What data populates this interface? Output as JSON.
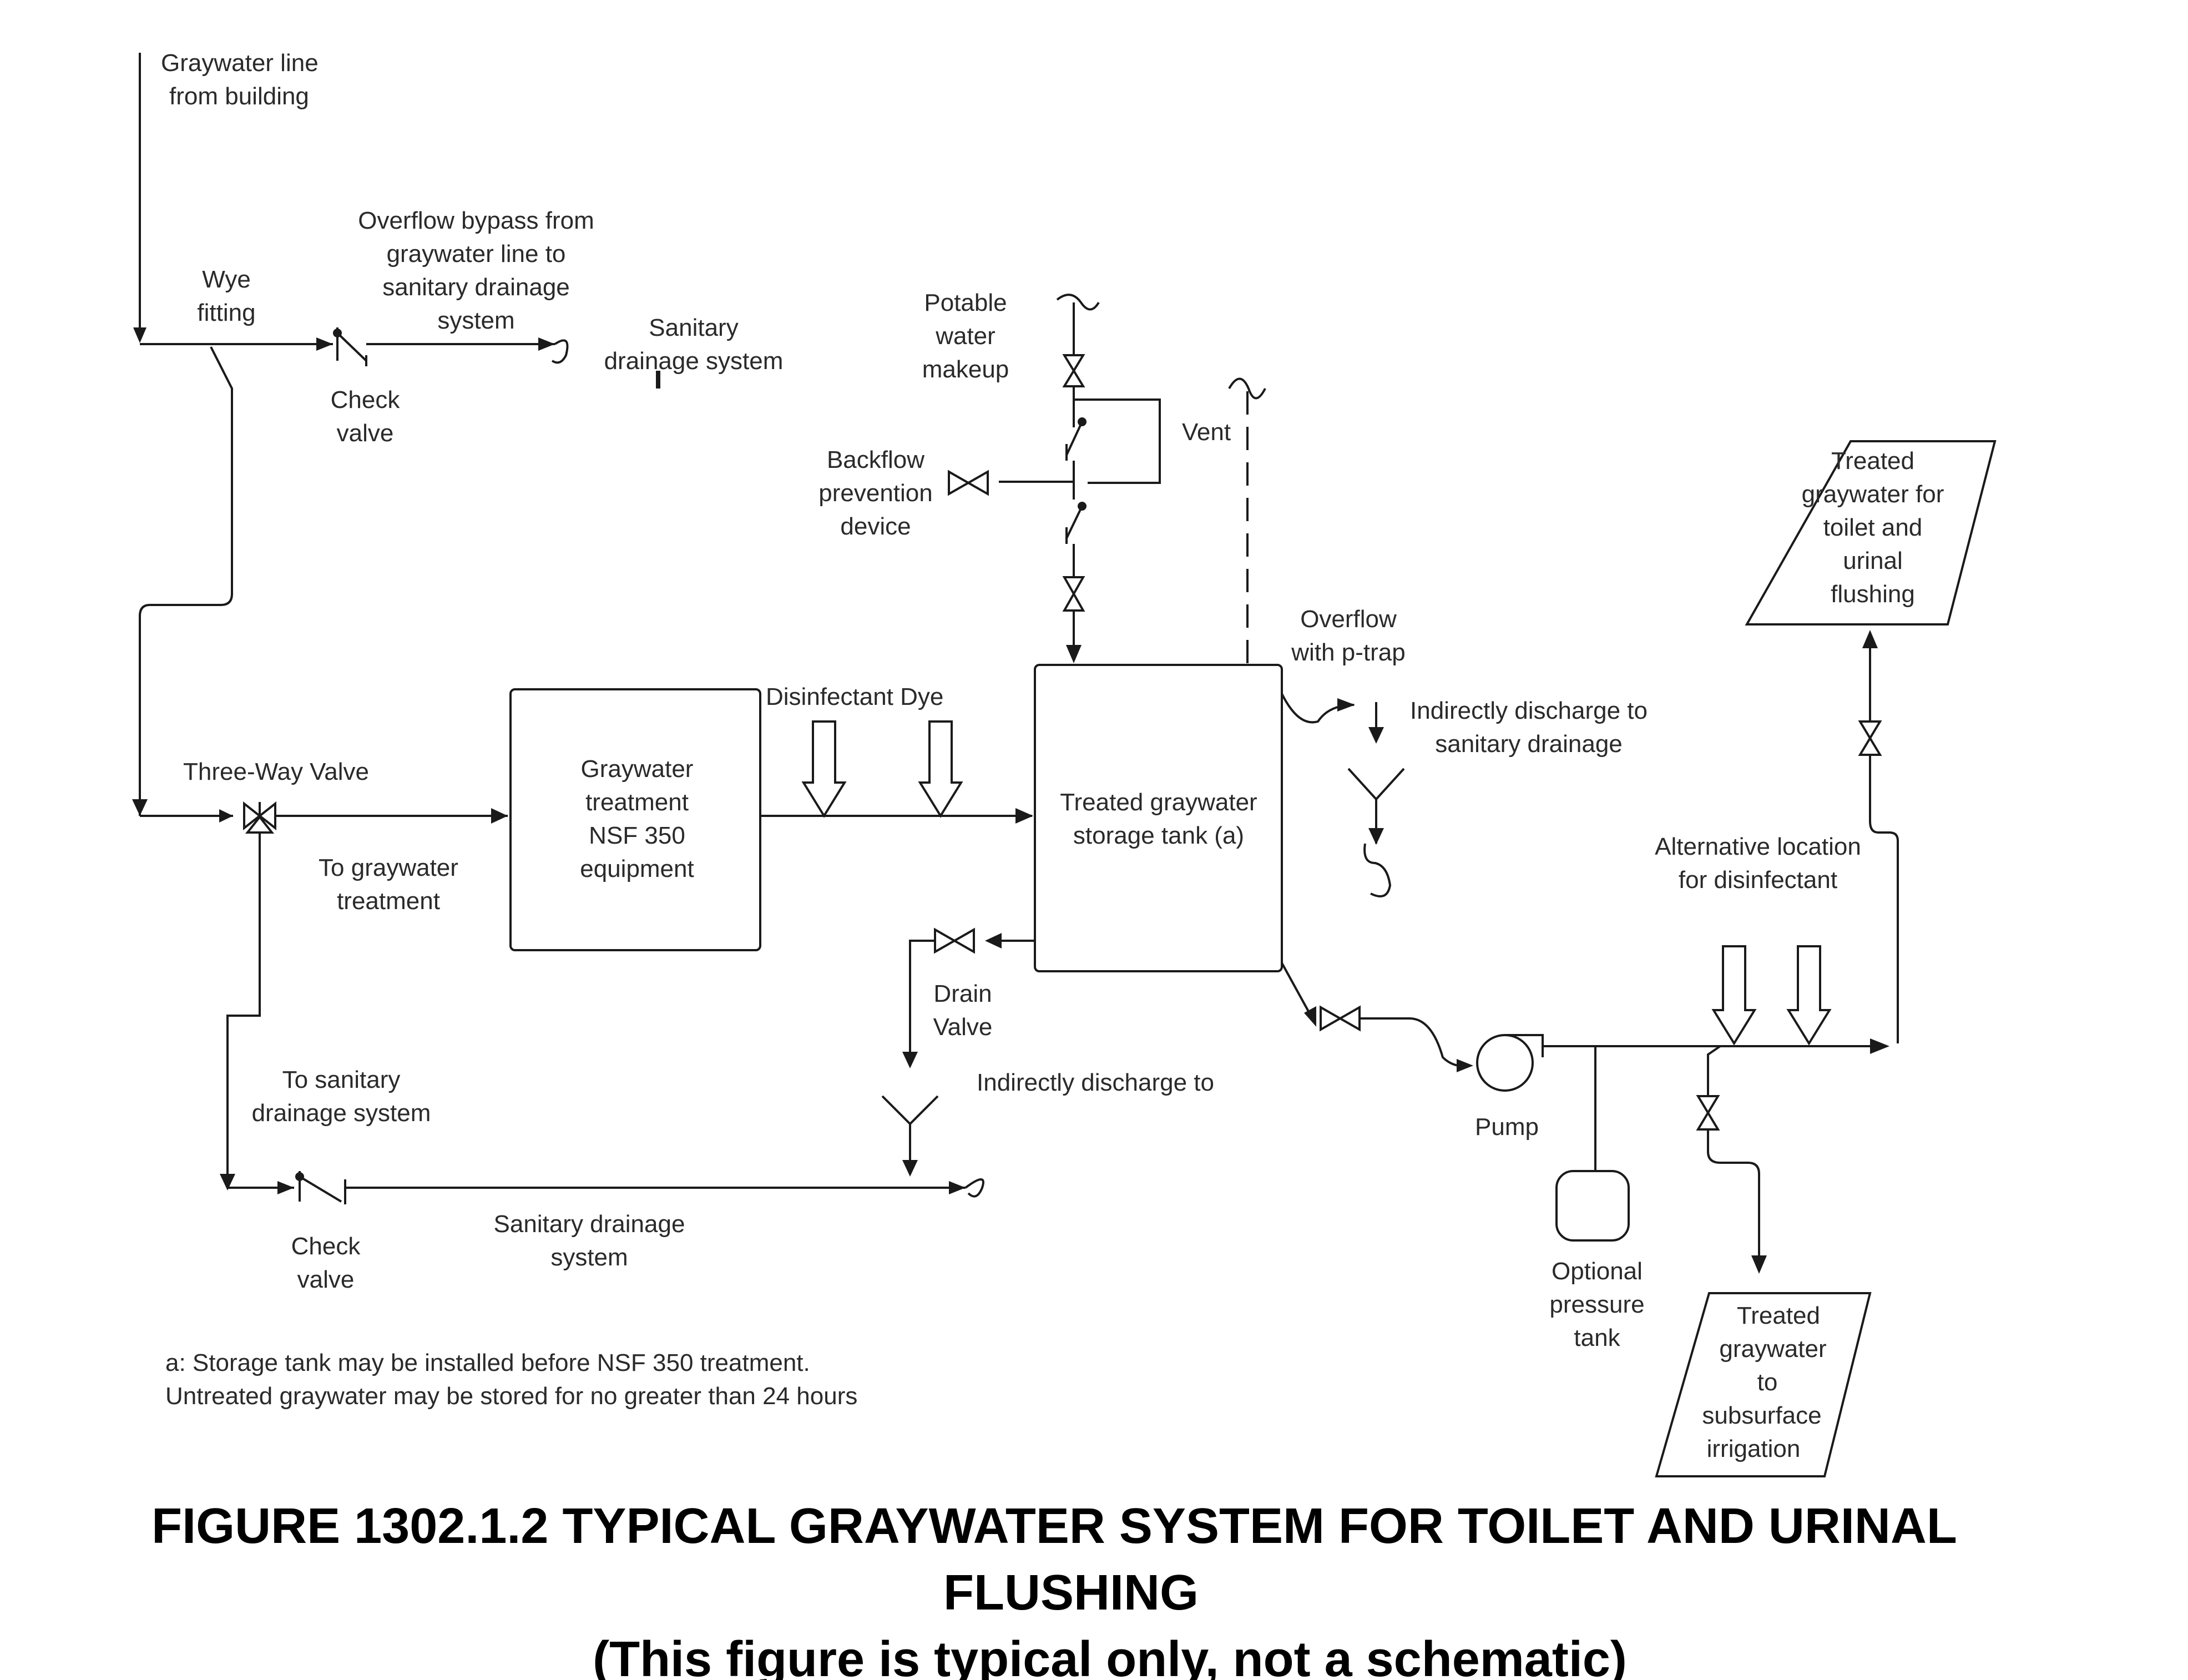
{
  "labels": {
    "graywater_line": [
      "Graywater line",
      "from building"
    ],
    "wye_fitting": [
      "Wye",
      "fitting"
    ],
    "overflow_bypass": [
      "Overflow bypass from",
      "graywater line to",
      "sanitary drainage",
      "system"
    ],
    "sanitary_top": [
      "Sanitary",
      "drainage system"
    ],
    "check_valve_top": [
      "Check",
      "valve"
    ],
    "potable_makeup": [
      "Potable",
      "water",
      "makeup"
    ],
    "backflow": [
      "Backflow",
      "prevention",
      "device"
    ],
    "vent": "Vent",
    "three_way_valve": "Three-Way Valve",
    "to_treatment": [
      "To graywater",
      "treatment"
    ],
    "treatment_box": [
      "Graywater",
      "treatment",
      "NSF 350",
      "equipment"
    ],
    "disinfectant_dye": "Disinfectant Dye",
    "storage_tank": [
      "Treated graywater",
      "storage tank (a)"
    ],
    "overflow_ptrap": [
      "Overflow",
      "with p-trap"
    ],
    "indirect_top": [
      "Indirectly discharge to",
      "sanitary drainage"
    ],
    "toilet_flushing": [
      "Treated",
      "graywater for",
      "toilet and",
      "urinal",
      "flushing"
    ],
    "alt_disinfectant": [
      "Alternative location",
      "for disinfectant"
    ],
    "drain_valve": [
      "Drain",
      "Valve"
    ],
    "indirect_bottom": "Indirectly discharge to",
    "to_sanitary": [
      "To sanitary",
      "drainage system"
    ],
    "pump": "Pump",
    "check_valve_bottom": [
      "Check",
      "valve"
    ],
    "sanitary_bottom": [
      "Sanitary drainage",
      "system"
    ],
    "pressure_tank": [
      "Optional",
      "pressure",
      "tank"
    ],
    "irrigation": [
      "Treated",
      "graywater",
      "to",
      "subsurface",
      "irrigation"
    ],
    "footnote": [
      "a: Storage tank may be installed before NSF 350 treatment.",
      "Untreated graywater may be stored for no greater than 24 hours"
    ]
  },
  "caption": {
    "line1": "FIGURE 1302.1.2 TYPICAL GRAYWATER SYSTEM FOR TOILET AND URINAL",
    "line2": "FLUSHING",
    "line3": "(This figure is typical only, not a schematic)"
  }
}
